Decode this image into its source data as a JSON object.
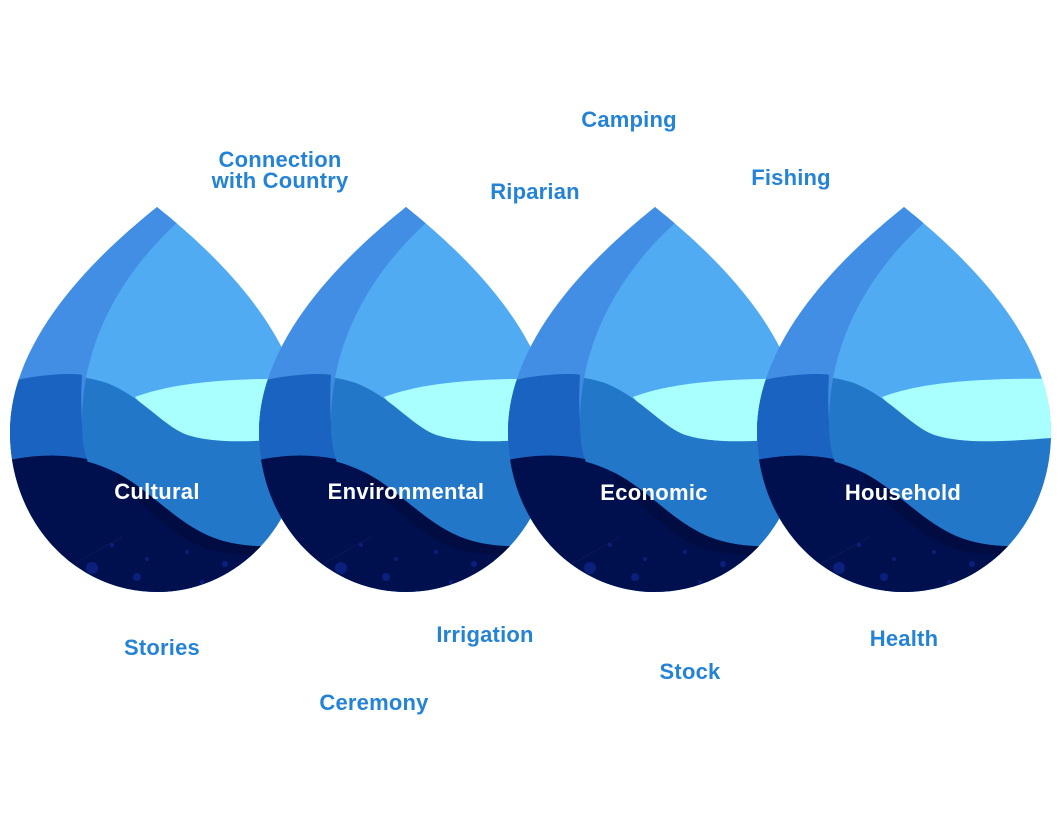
{
  "diagram": {
    "type": "water-values-drops",
    "colors": {
      "label_text": "#2583d6",
      "drop_label_text": "#ffffff",
      "drop_top_light": "#50abf3",
      "drop_left_sheen": "#418ce3",
      "drop_mid_band": "#2277c8",
      "drop_mid_left": "#1b63c0",
      "drop_cyan_wave": "#a8fffd",
      "drop_bottom_dark": "#00104f",
      "drop_bubbles": "#0b1f7c"
    },
    "drops": [
      {
        "label": "Cultural"
      },
      {
        "label": "Environmental"
      },
      {
        "label": "Economic"
      },
      {
        "label": "Household"
      }
    ],
    "top_labels": [
      {
        "text": "Connection\nwith Country",
        "line1": "Connection",
        "line2": "with Country"
      },
      {
        "text": "Riparian"
      },
      {
        "text": "Camping"
      },
      {
        "text": "Fishing"
      }
    ],
    "bottom_labels": [
      {
        "text": "Stories"
      },
      {
        "text": "Ceremony"
      },
      {
        "text": "Irrigation"
      },
      {
        "text": "Stock"
      },
      {
        "text": "Health"
      }
    ]
  }
}
